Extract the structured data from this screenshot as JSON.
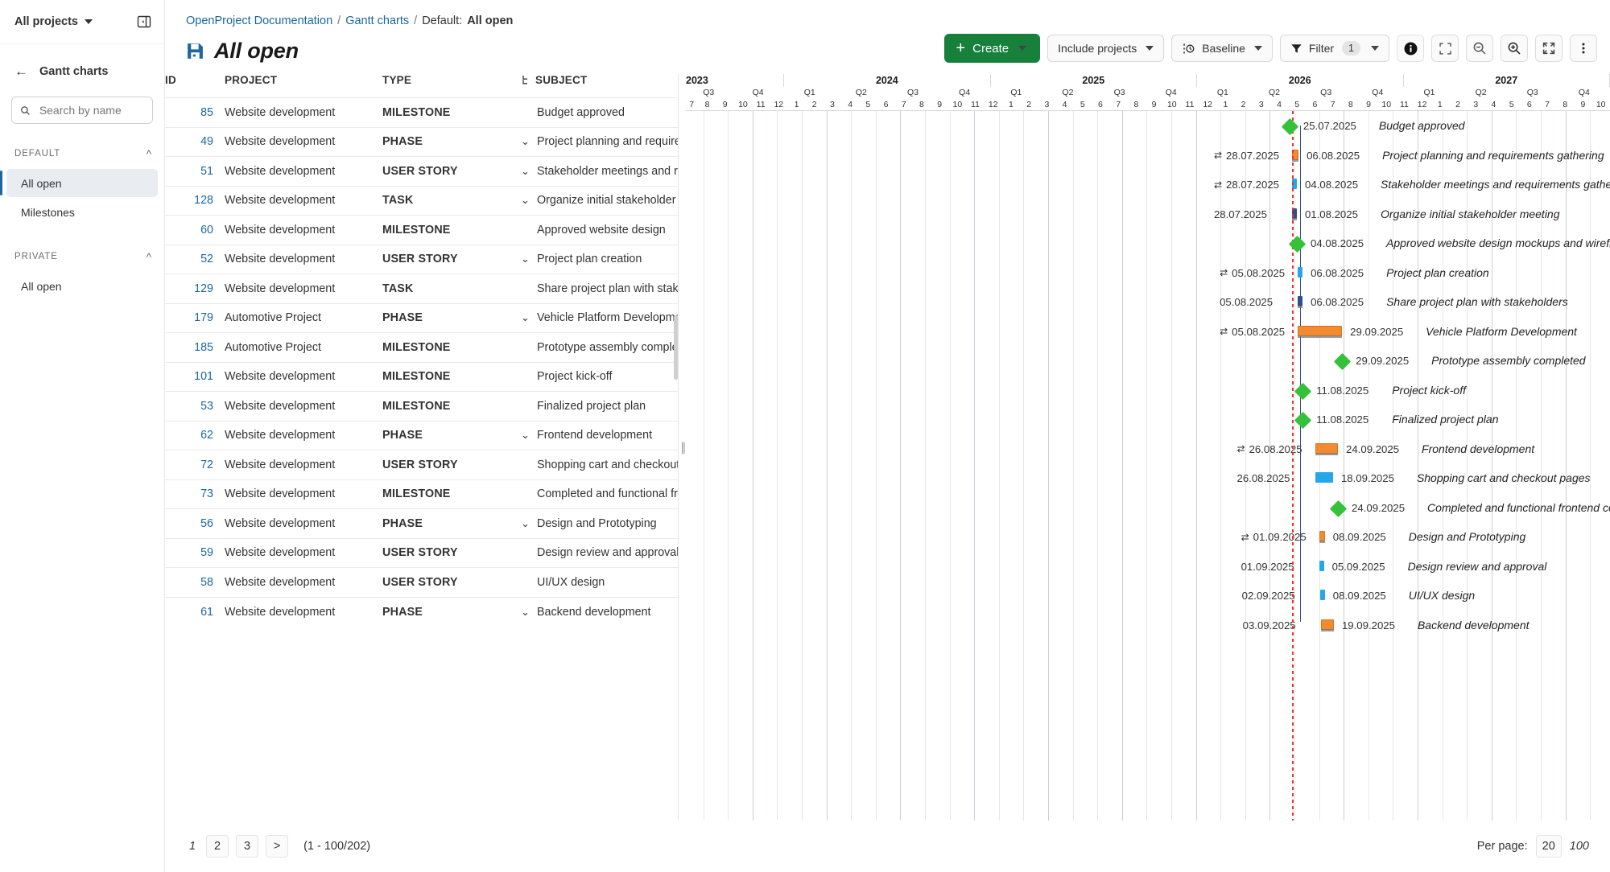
{
  "sidebar": {
    "project_selector": "All projects",
    "collapse_icon": "collapse-sidebar-icon",
    "back_icon": "back-arrow-icon",
    "heading": "Gantt charts",
    "search_placeholder": "Search by name",
    "groups": [
      {
        "label": "DEFAULT",
        "items": [
          "All open",
          "Milestones"
        ]
      },
      {
        "label": "PRIVATE",
        "items": [
          "All open"
        ]
      }
    ]
  },
  "breadcrumb": {
    "root": "OpenProject Documentation",
    "section": "Gantt charts",
    "current_label": "Default:",
    "current_value": "All open",
    "separator": "/"
  },
  "header": {
    "title": "All open",
    "save_icon": "floppy-disk-icon"
  },
  "toolbar": {
    "create_label": "Create",
    "include_projects_label": "Include projects",
    "baseline_label": "Baseline",
    "filter_label": "Filter",
    "filter_count": "1",
    "icons": [
      "info-icon",
      "fit-to-screen-icon",
      "zoom-out-icon",
      "zoom-in-icon",
      "fullscreen-icon",
      "more-menu-icon"
    ]
  },
  "table": {
    "columns": [
      "ID",
      "PROJECT",
      "TYPE",
      "SUBJECT"
    ],
    "sort_icon": "hierarchy-sort-icon",
    "rows": [
      {
        "id": "85",
        "project": "Website development",
        "type": "MILESTONE",
        "type_class": "t-milestone",
        "subject": "Budget approved",
        "expander": ""
      },
      {
        "id": "49",
        "project": "Website development",
        "type": "PHASE",
        "type_class": "t-phase",
        "subject": "Project planning and requirements",
        "expander": "⌄"
      },
      {
        "id": "51",
        "project": "Website development",
        "type": "USER STORY",
        "type_class": "t-userstory",
        "subject": "Stakeholder meetings and requi",
        "expander": "⌄"
      },
      {
        "id": "128",
        "project": "Website development",
        "type": "TASK",
        "type_class": "t-task",
        "subject": "Organize initial stakeholder",
        "expander": "⌄"
      },
      {
        "id": "60",
        "project": "Website development",
        "type": "MILESTONE",
        "type_class": "t-milestone",
        "subject": "Approved website design",
        "expander": ""
      },
      {
        "id": "52",
        "project": "Website development",
        "type": "USER STORY",
        "type_class": "t-userstory",
        "subject": "Project plan creation",
        "expander": "⌄"
      },
      {
        "id": "129",
        "project": "Website development",
        "type": "TASK",
        "type_class": "t-task",
        "subject": "Share project plan with stake",
        "expander": ""
      },
      {
        "id": "179",
        "project": "Automotive Project",
        "type": "PHASE",
        "type_class": "t-phase",
        "subject": "Vehicle Platform Development",
        "expander": "⌄"
      },
      {
        "id": "185",
        "project": "Automotive Project",
        "type": "MILESTONE",
        "type_class": "t-milestone",
        "subject": "Prototype assembly completed",
        "expander": ""
      },
      {
        "id": "101",
        "project": "Website development",
        "type": "MILESTONE",
        "type_class": "t-milestone",
        "subject": "Project kick-off",
        "expander": ""
      },
      {
        "id": "53",
        "project": "Website development",
        "type": "MILESTONE",
        "type_class": "t-milestone",
        "subject": "Finalized project plan",
        "expander": ""
      },
      {
        "id": "62",
        "project": "Website development",
        "type": "PHASE",
        "type_class": "t-phase",
        "subject": "Frontend development",
        "expander": "⌄"
      },
      {
        "id": "72",
        "project": "Website development",
        "type": "USER STORY",
        "type_class": "t-userstory",
        "subject": "Shopping cart and checkout pa",
        "expander": ""
      },
      {
        "id": "73",
        "project": "Website development",
        "type": "MILESTONE",
        "type_class": "t-milestone",
        "subject": "Completed and functional front",
        "expander": ""
      },
      {
        "id": "56",
        "project": "Website development",
        "type": "PHASE",
        "type_class": "t-phase",
        "subject": "Design and Prototyping",
        "expander": "⌄"
      },
      {
        "id": "59",
        "project": "Website development",
        "type": "USER STORY",
        "type_class": "t-userstory",
        "subject": "Design review and approval",
        "expander": ""
      },
      {
        "id": "58",
        "project": "Website development",
        "type": "USER STORY",
        "type_class": "t-userstory",
        "subject": "UI/UX design",
        "expander": ""
      },
      {
        "id": "61",
        "project": "Website development",
        "type": "PHASE",
        "type_class": "t-phase",
        "subject": "Backend development",
        "expander": "⌄"
      }
    ]
  },
  "chart_data": {
    "type": "gantt",
    "title": "All open",
    "today_date": "2025-07-28",
    "axis": {
      "years": [
        {
          "label": "2023",
          "quarters": 2,
          "partial_left": true
        },
        {
          "label": "2024",
          "quarters": 4,
          "partial_left": false
        },
        {
          "label": "2025",
          "quarters": 4,
          "partial_left": false
        },
        {
          "label": "2026",
          "quarters": 4,
          "partial_left": false
        },
        {
          "label": "2027",
          "quarters": 4,
          "partial_left": false
        }
      ],
      "quarters": [
        "Q3",
        "Q4",
        "Q1",
        "Q2",
        "Q3",
        "Q4",
        "Q1",
        "Q2",
        "Q3",
        "Q4",
        "Q1",
        "Q2",
        "Q3",
        "Q4",
        "Q1",
        "Q2",
        "Q3",
        "Q4"
      ],
      "months": [
        7,
        8,
        9,
        10,
        11,
        12,
        1,
        2,
        3,
        4,
        5,
        6,
        7,
        8,
        9,
        10,
        11,
        12,
        1,
        2,
        3,
        4,
        5,
        6,
        7,
        8,
        9,
        10,
        11,
        12,
        1,
        2,
        3,
        4,
        5,
        6,
        7,
        8,
        9,
        10,
        11,
        12,
        1,
        2,
        3,
        4,
        5,
        6,
        7,
        8,
        9,
        10
      ],
      "start": "2023-07",
      "end": "2027-10"
    },
    "tasks": [
      {
        "id": "85",
        "kind": "milestone",
        "start": "25.07.2025",
        "finish": "25.07.2025",
        "left_date": "",
        "right_date": "25.07.2025",
        "label": "Budget approved",
        "has_relation": false
      },
      {
        "id": "49",
        "kind": "phase",
        "start": "28.07.2025",
        "finish": "06.08.2025",
        "left_date": "28.07.2025",
        "right_date": "06.08.2025",
        "label": "Project planning and requirements gathering",
        "has_relation": true
      },
      {
        "id": "51",
        "kind": "story",
        "start": "28.07.2025",
        "finish": "04.08.2025",
        "left_date": "28.07.2025",
        "right_date": "04.08.2025",
        "label": "Stakeholder meetings and requirements gathering",
        "has_relation": true
      },
      {
        "id": "128",
        "kind": "task",
        "start": "28.07.2025",
        "finish": "01.08.2025",
        "left_date": "28.07.2025",
        "right_date": "01.08.2025",
        "label": "Organize initial stakeholder meeting",
        "has_relation": false
      },
      {
        "id": "60",
        "kind": "milestone",
        "start": "04.08.2025",
        "finish": "04.08.2025",
        "left_date": "",
        "right_date": "04.08.2025",
        "label": "Approved website design mockups and wireframes",
        "has_relation": false
      },
      {
        "id": "52",
        "kind": "story",
        "start": "05.08.2025",
        "finish": "06.08.2025",
        "left_date": "05.08.2025",
        "right_date": "06.08.2025",
        "label": "Project plan creation",
        "has_relation": true
      },
      {
        "id": "129",
        "kind": "task",
        "start": "05.08.2025",
        "finish": "06.08.2025",
        "left_date": "05.08.2025",
        "right_date": "06.08.2025",
        "label": "Share project plan with stakeholders",
        "has_relation": false
      },
      {
        "id": "179",
        "kind": "phase",
        "start": "05.08.2025",
        "finish": "29.09.2025",
        "left_date": "05.08.2025",
        "right_date": "29.09.2025",
        "label": "Vehicle Platform Development",
        "has_relation": true
      },
      {
        "id": "185",
        "kind": "milestone",
        "start": "29.09.2025",
        "finish": "29.09.2025",
        "left_date": "",
        "right_date": "29.09.2025",
        "label": "Prototype assembly completed",
        "has_relation": false
      },
      {
        "id": "101",
        "kind": "milestone",
        "start": "11.08.2025",
        "finish": "11.08.2025",
        "left_date": "",
        "right_date": "11.08.2025",
        "label": "Project kick-off",
        "has_relation": false
      },
      {
        "id": "53",
        "kind": "milestone",
        "start": "11.08.2025",
        "finish": "11.08.2025",
        "left_date": "",
        "right_date": "11.08.2025",
        "label": "Finalized project plan",
        "has_relation": false
      },
      {
        "id": "62",
        "kind": "phase",
        "start": "26.08.2025",
        "finish": "24.09.2025",
        "left_date": "26.08.2025",
        "right_date": "24.09.2025",
        "label": "Frontend development",
        "has_relation": true
      },
      {
        "id": "72",
        "kind": "story",
        "start": "26.08.2025",
        "finish": "18.09.2025",
        "left_date": "26.08.2025",
        "right_date": "18.09.2025",
        "label": "Shopping cart and checkout pages",
        "has_relation": false
      },
      {
        "id": "73",
        "kind": "milestone",
        "start": "24.09.2025",
        "finish": "24.09.2025",
        "left_date": "",
        "right_date": "24.09.2025",
        "label": "Completed and functional frontend components",
        "has_relation": false
      },
      {
        "id": "56",
        "kind": "phase",
        "start": "01.09.2025",
        "finish": "08.09.2025",
        "left_date": "01.09.2025",
        "right_date": "08.09.2025",
        "label": "Design and Prototyping",
        "has_relation": true
      },
      {
        "id": "59",
        "kind": "story",
        "start": "01.09.2025",
        "finish": "05.09.2025",
        "left_date": "01.09.2025",
        "right_date": "05.09.2025",
        "label": "Design review and approval",
        "has_relation": false
      },
      {
        "id": "58",
        "kind": "story",
        "start": "02.09.2025",
        "finish": "08.09.2025",
        "left_date": "02.09.2025",
        "right_date": "08.09.2025",
        "label": "UI/UX design",
        "has_relation": false
      },
      {
        "id": "61",
        "kind": "phase",
        "start": "03.09.2025",
        "finish": "19.09.2025",
        "left_date": "03.09.2025",
        "right_date": "19.09.2025",
        "label": "Backend development",
        "has_relation": false
      }
    ],
    "colors": {
      "milestone": "#35c13a",
      "phase": "#f28b30",
      "story": "#23a7e8",
      "task": "#2d4f8e",
      "today_line": "#e3372b",
      "grid": "#e3e7ea"
    }
  },
  "footer": {
    "current_page": "1",
    "pages": [
      "2",
      "3"
    ],
    "next_label": ">",
    "range": "(1 - 100/202)",
    "per_page_label": "Per page:",
    "per_page_options": [
      "20"
    ],
    "per_page_current": "100"
  }
}
